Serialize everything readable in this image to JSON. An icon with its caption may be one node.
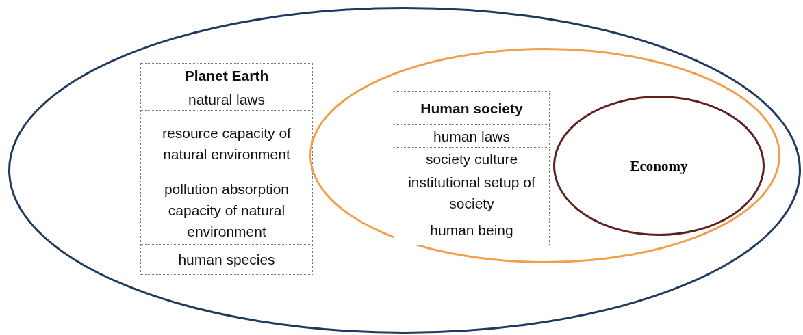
{
  "diagram": {
    "nodes": [
      {
        "text": [
          "Planet Earth",
          "natural laws",
          "resource capacity of natural environment",
          "pollution absorption capacity of natural environment",
          "human species"
        ]
      },
      {
        "text": [
          "Human society",
          "human laws",
          "society culture",
          "institutional setup of society",
          "human being"
        ],
        "in": 0
      },
      {
        "text": [
          "Economy"
        ],
        "in": 1
      }
    ]
  }
}
